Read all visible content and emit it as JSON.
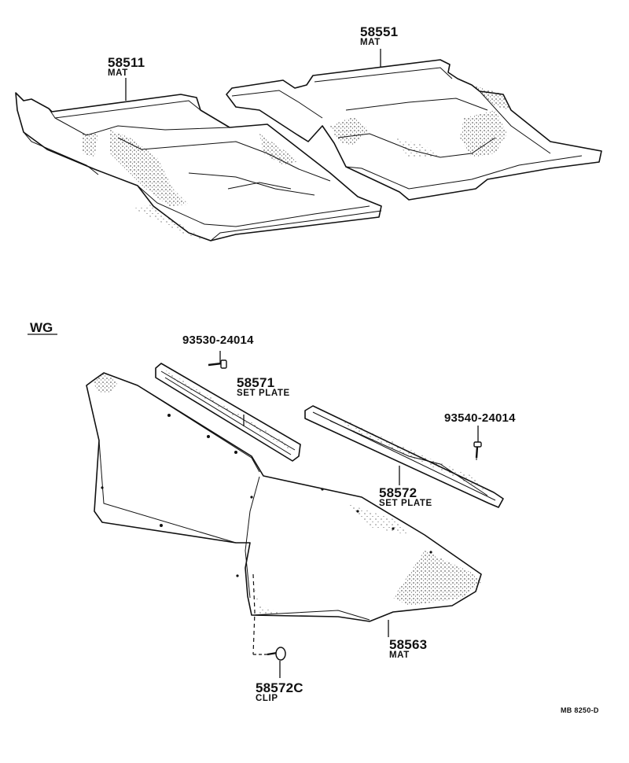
{
  "parts": [
    {
      "id": "front-mat",
      "number": "58511",
      "desc": "MAT"
    },
    {
      "id": "rear-mat",
      "number": "58551",
      "desc": "MAT"
    },
    {
      "id": "screw-a",
      "number": "93530-24014",
      "desc": ""
    },
    {
      "id": "set-plate-a",
      "number": "58571",
      "desc": "SET PLATE"
    },
    {
      "id": "screw-b",
      "number": "93540-24014",
      "desc": ""
    },
    {
      "id": "set-plate-b",
      "number": "58572",
      "desc": "SET PLATE"
    },
    {
      "id": "wagon-mat",
      "number": "58563",
      "desc": "MAT"
    },
    {
      "id": "clip",
      "number": "58572C",
      "desc": "CLIP"
    }
  ],
  "section_label": "WG",
  "drawing_code": "MB 8250-D"
}
